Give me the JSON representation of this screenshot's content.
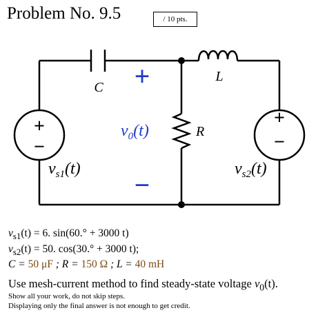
{
  "header": {
    "title": "Problem No. 9.5",
    "points": "/ 10 pts."
  },
  "circuit": {
    "capacitor_label": "C",
    "inductor_label": "L",
    "resistor_label": "R",
    "vs1_label": "v",
    "vs1_sub": "s1",
    "vs1_arg": "(t)",
    "vs2_label": "v",
    "vs2_sub": "s2",
    "vs2_arg": "(t)",
    "vo_label": "v",
    "vo_sub": "0",
    "vo_arg": "(t)",
    "plus": "+",
    "minus": "−",
    "colors": {
      "vo_marker": "#1e3cc8",
      "values": "#7a4a14"
    }
  },
  "equations": {
    "eq1_lhs": "v",
    "eq1_sub": "s1",
    "eq1_rest": "(t) = 6. sin(60.° + 3000 t)",
    "eq2_lhs": "v",
    "eq2_sub": "s2",
    "eq2_rest": "(t) = 50. cos(30.° + 3000 t);",
    "eq3_c": "C =",
    "eq3_c_val": "50 μF",
    "eq3_r": "; R =",
    "eq3_r_val": "150 Ω",
    "eq3_l": "; L =",
    "eq3_l_val": "40 mH"
  },
  "instructions": {
    "task_prefix": "Use mesh-current method to find steady-state voltage ",
    "task_var": "v",
    "task_sub": "0",
    "task_suffix": "(t).",
    "note1": "Show all your work, do not skip steps.",
    "note2": "Displaying only the final answer is not enough to get credit."
  }
}
